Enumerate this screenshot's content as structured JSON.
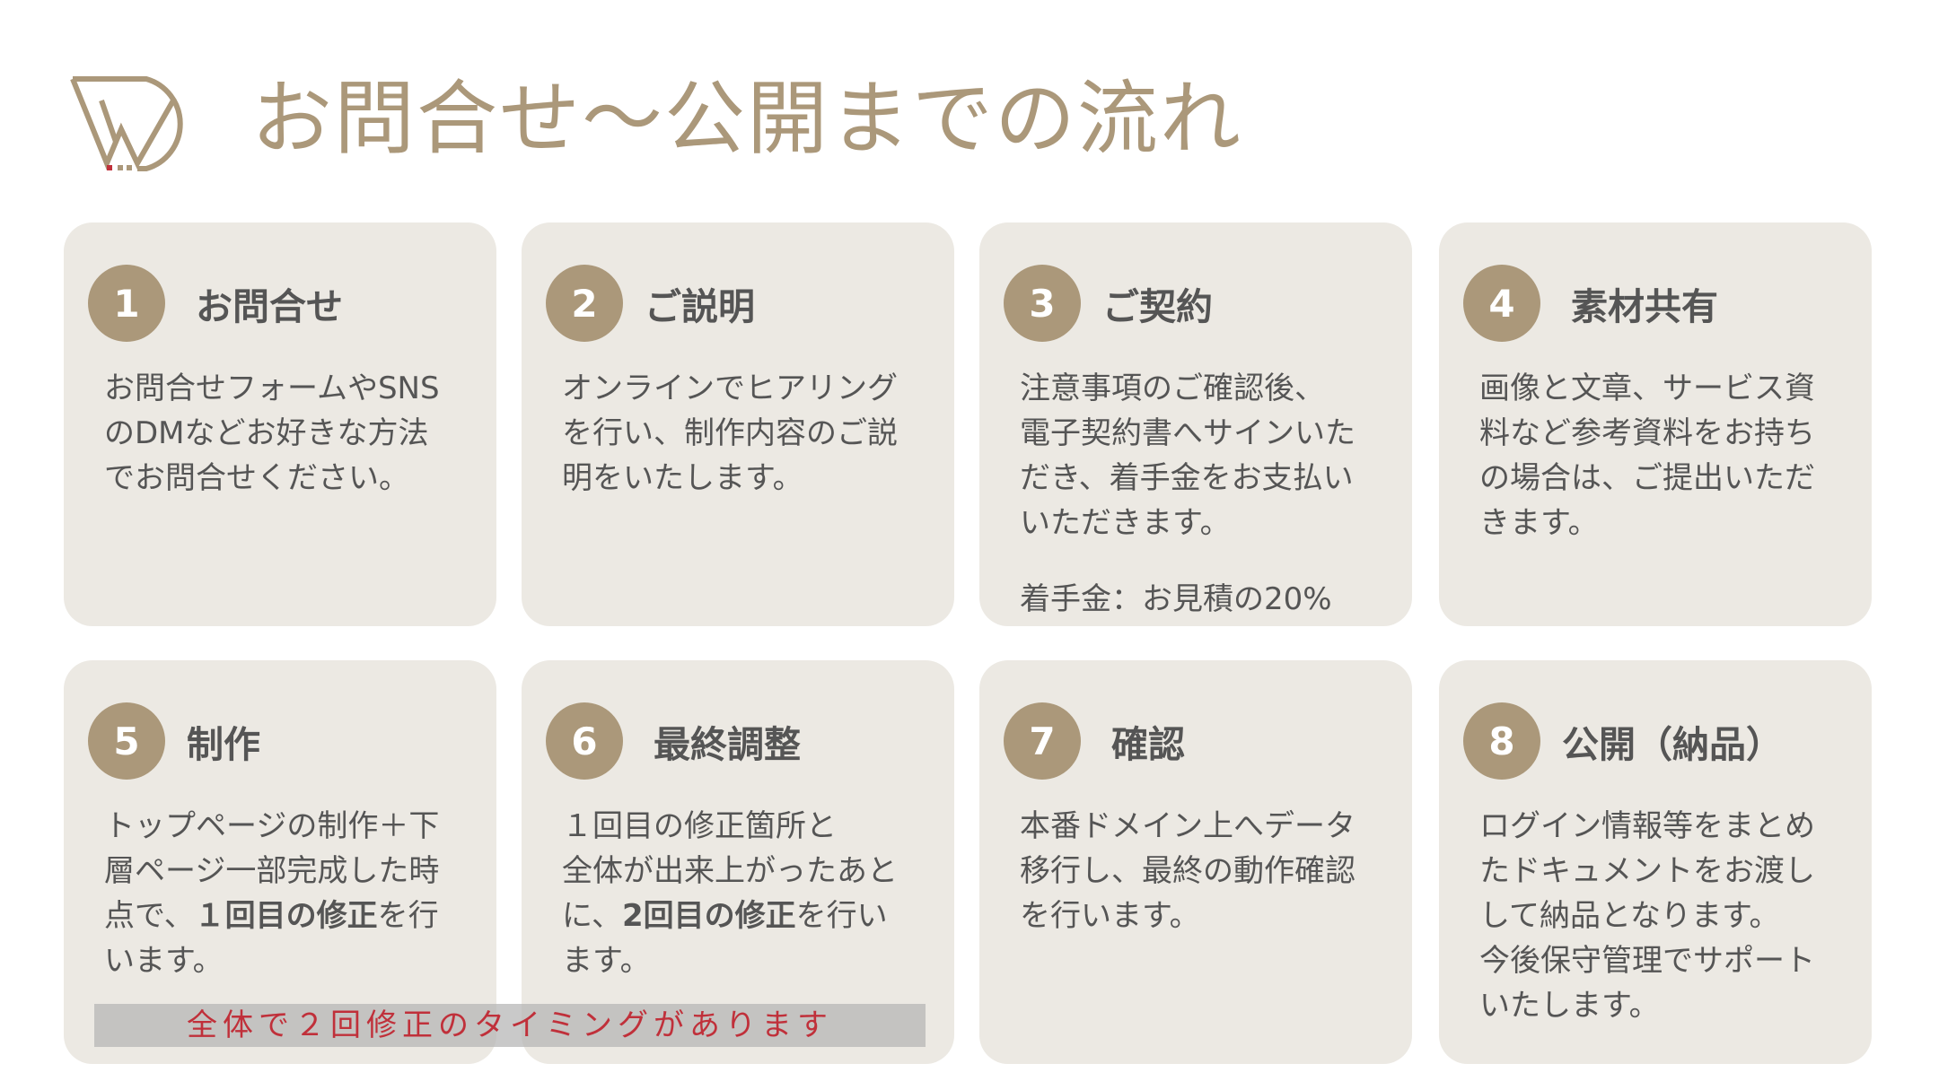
{
  "header": {
    "logo_alt": "WD logo",
    "title": "お問合せ〜公開までの流れ"
  },
  "colors": {
    "accent": "#ab987a",
    "card_bg": "#ece9e3",
    "text": "#555555",
    "banner_text": "#c0303a",
    "banner_bg": "#c4c4c2",
    "logo_red": "#c0303a"
  },
  "steps": [
    {
      "number": "1",
      "title": "お問合せ",
      "body": "お問合せフォームやSNS\nのDMなどお好きな方法\nでお問合せください。"
    },
    {
      "number": "2",
      "title": "ご説明",
      "body": "オンラインでヒアリング\nを行い、制作内容のご説\n明をいたします。"
    },
    {
      "number": "3",
      "title": "ご契約",
      "body": "注意事項のご確認後、\n電子契約書へサインいた\nだき、着手金をお支払い\nいただきます。",
      "note": "着手金：お見積の20%"
    },
    {
      "number": "4",
      "title": "素材共有",
      "body": "画像と文章、サービス資\n料など参考資料をお持ち\nの場合は、ご提出いただ\nきます。"
    },
    {
      "number": "5",
      "title": "制作",
      "body_parts": [
        "トップページの制作＋下\n層ページ一部完成した時\n点で、",
        "１回目の修正",
        "を行\nいます。"
      ]
    },
    {
      "number": "6",
      "title": "最終調整",
      "body_parts": [
        "１回目の修正箇所と\n全体が出来上がったあと\nに、",
        "2回目の修正",
        "を行い\nます。"
      ]
    },
    {
      "number": "7",
      "title": "確認",
      "body": "本番ドメイン上へデータ\n移行し、最終の動作確認\nを行います。"
    },
    {
      "number": "8",
      "title": "公開（納品）",
      "body": "ログイン情報等をまとめ\nたドキュメントをお渡し\nして納品となります。\n今後保守管理でサポート\nいたします。"
    }
  ],
  "banner": {
    "text": "全体で２回修正のタイミングがあります"
  }
}
